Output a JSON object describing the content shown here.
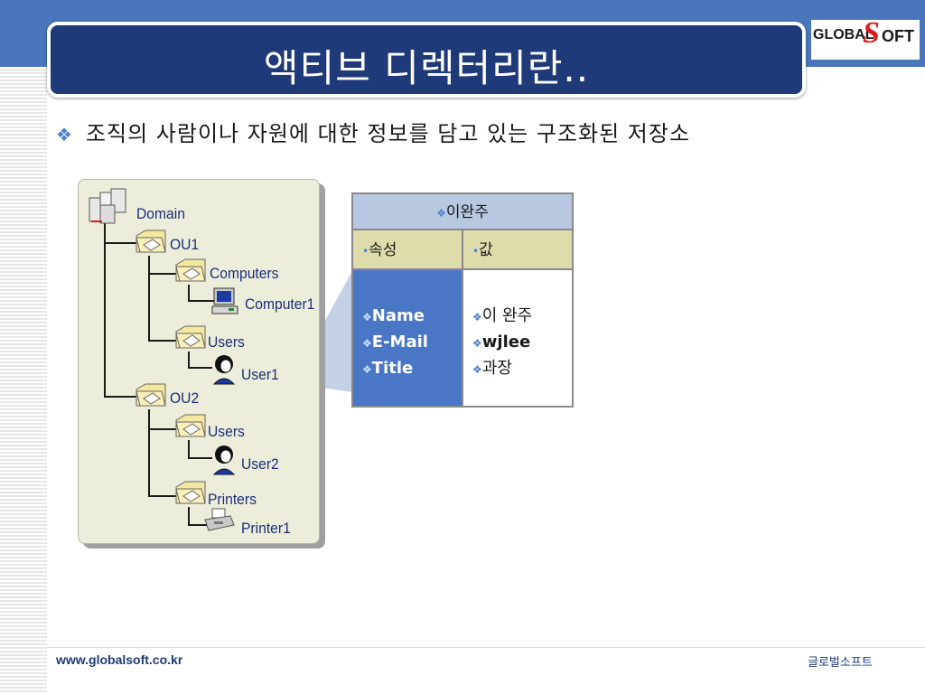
{
  "slide": {
    "title": "액티브 디렉터리란..",
    "bullet": "조직의 사람이나 자원에 대한 정보를 담고 있는 구조화된 저장소",
    "colors": {
      "title_bg": "#1e3a78",
      "band": "#4a76bd",
      "table_header": "#b8c8e0",
      "table_sub": "#dedcaa",
      "name_col": "#4a76c6"
    }
  },
  "logo": {
    "part1": "GLOBAL",
    "part2": "S",
    "part3": "OFT"
  },
  "tree": {
    "nodes": [
      {
        "label": "Domain",
        "icon": "domain-servers-icon"
      },
      {
        "label": "OU1",
        "icon": "folder-icon"
      },
      {
        "label": "Computers",
        "icon": "folder-icon"
      },
      {
        "label": "Computer1",
        "icon": "computer-icon"
      },
      {
        "label": "Users",
        "icon": "folder-icon"
      },
      {
        "label": "User1",
        "icon": "user-icon"
      },
      {
        "label": "OU2",
        "icon": "folder-icon"
      },
      {
        "label": "Users",
        "icon": "folder-icon"
      },
      {
        "label": "User2",
        "icon": "user-icon"
      },
      {
        "label": "Printers",
        "icon": "folder-icon"
      },
      {
        "label": "Printer1",
        "icon": "printer-icon"
      }
    ]
  },
  "table": {
    "header": "이완주",
    "col_attr": "속성",
    "col_value": "값",
    "attributes": [
      "Name",
      "E-Mail",
      "Title"
    ],
    "values": [
      "이 완주",
      "wjlee",
      "과장"
    ]
  },
  "footer": {
    "url": "www.globalsoft.co.kr",
    "company": "글로벌소프트"
  }
}
